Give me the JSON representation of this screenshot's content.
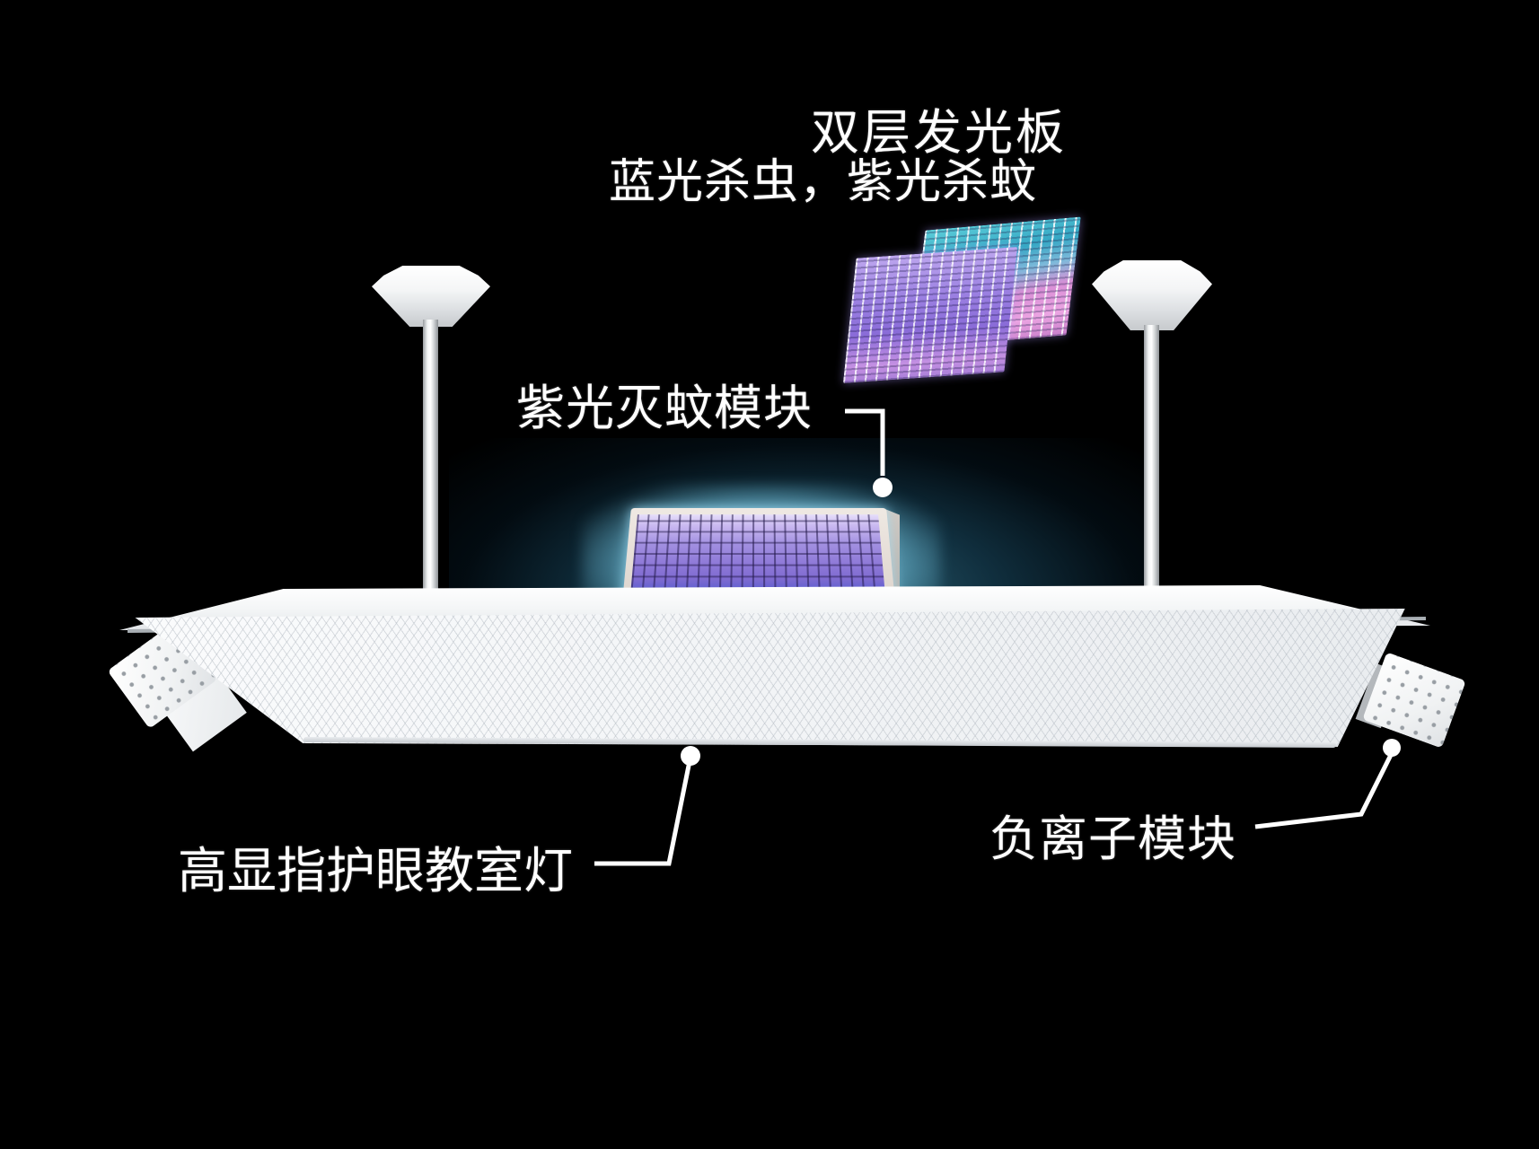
{
  "captions": {
    "dual_panel_title": "双层发光板",
    "dual_panel_subtitle": "蓝光杀虫，紫光杀蚊",
    "uv_mosquito_module": "紫光灭蚊模块",
    "classroom_light": "高显指护眼教室灯",
    "negative_ion_module": "负离子模块"
  },
  "colors": {
    "background": "#000000",
    "text": "#ffffff",
    "glow_cyan": "#7fd4f0",
    "uv_cell_purple": "#9b85de",
    "uv_cell_blue": "#4456d8",
    "uv_frame_beige": "#e5ddd6",
    "panel_front_purple": "#9a7fe0",
    "panel_back_cyan": "#45b9cc",
    "panel_back_pink": "#e193dc",
    "fixture_white": "#f4f6f7",
    "connector_line": "#ffffff"
  }
}
